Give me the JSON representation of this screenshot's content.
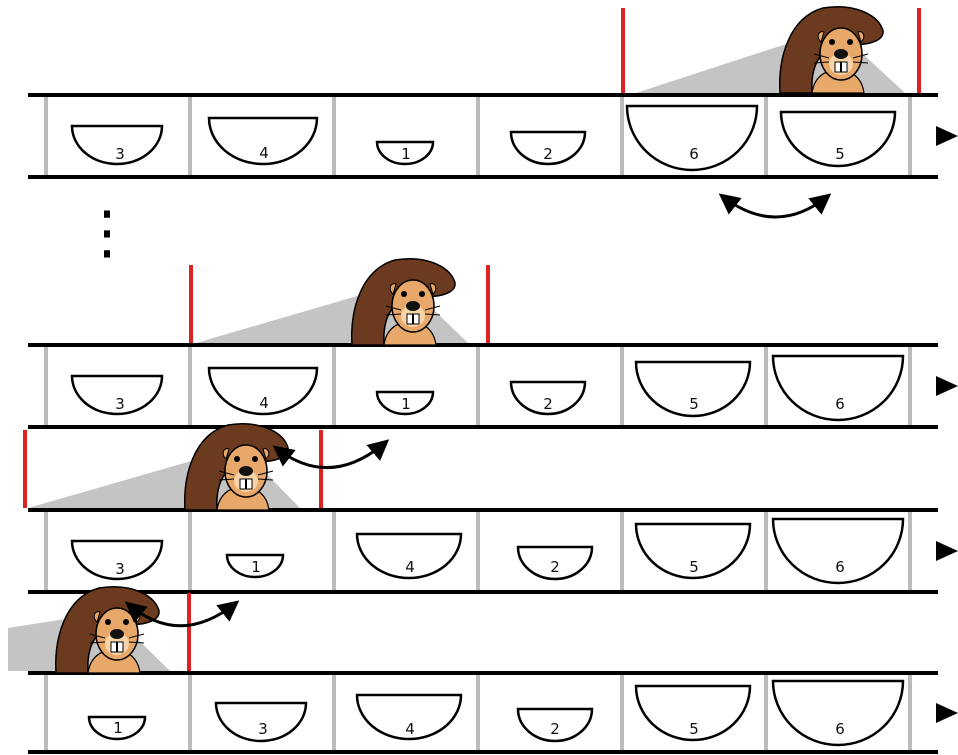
{
  "diagram": {
    "rows": [
      {
        "bowls": [
          "3",
          "4",
          "1",
          "2",
          "6",
          "5"
        ],
        "window": [
          4,
          5
        ]
      },
      {
        "bowls": [
          "3",
          "4",
          "1",
          "2",
          "5",
          "6"
        ],
        "window": [
          1,
          2
        ]
      },
      {
        "bowls": [
          "3",
          "1",
          "4",
          "2",
          "5",
          "6"
        ],
        "window": [
          0,
          1
        ]
      },
      {
        "bowls": [
          "1",
          "3",
          "4",
          "2",
          "5",
          "6"
        ],
        "window": null
      }
    ],
    "ellipsis": "⋮",
    "colors": {
      "line": "#000000",
      "divider": "#bbbbbb",
      "marker": "#dd2222",
      "cone": "#c4c4c4",
      "beaver_fur": "#6b3a1f",
      "beaver_face": "#e8a86a"
    }
  }
}
